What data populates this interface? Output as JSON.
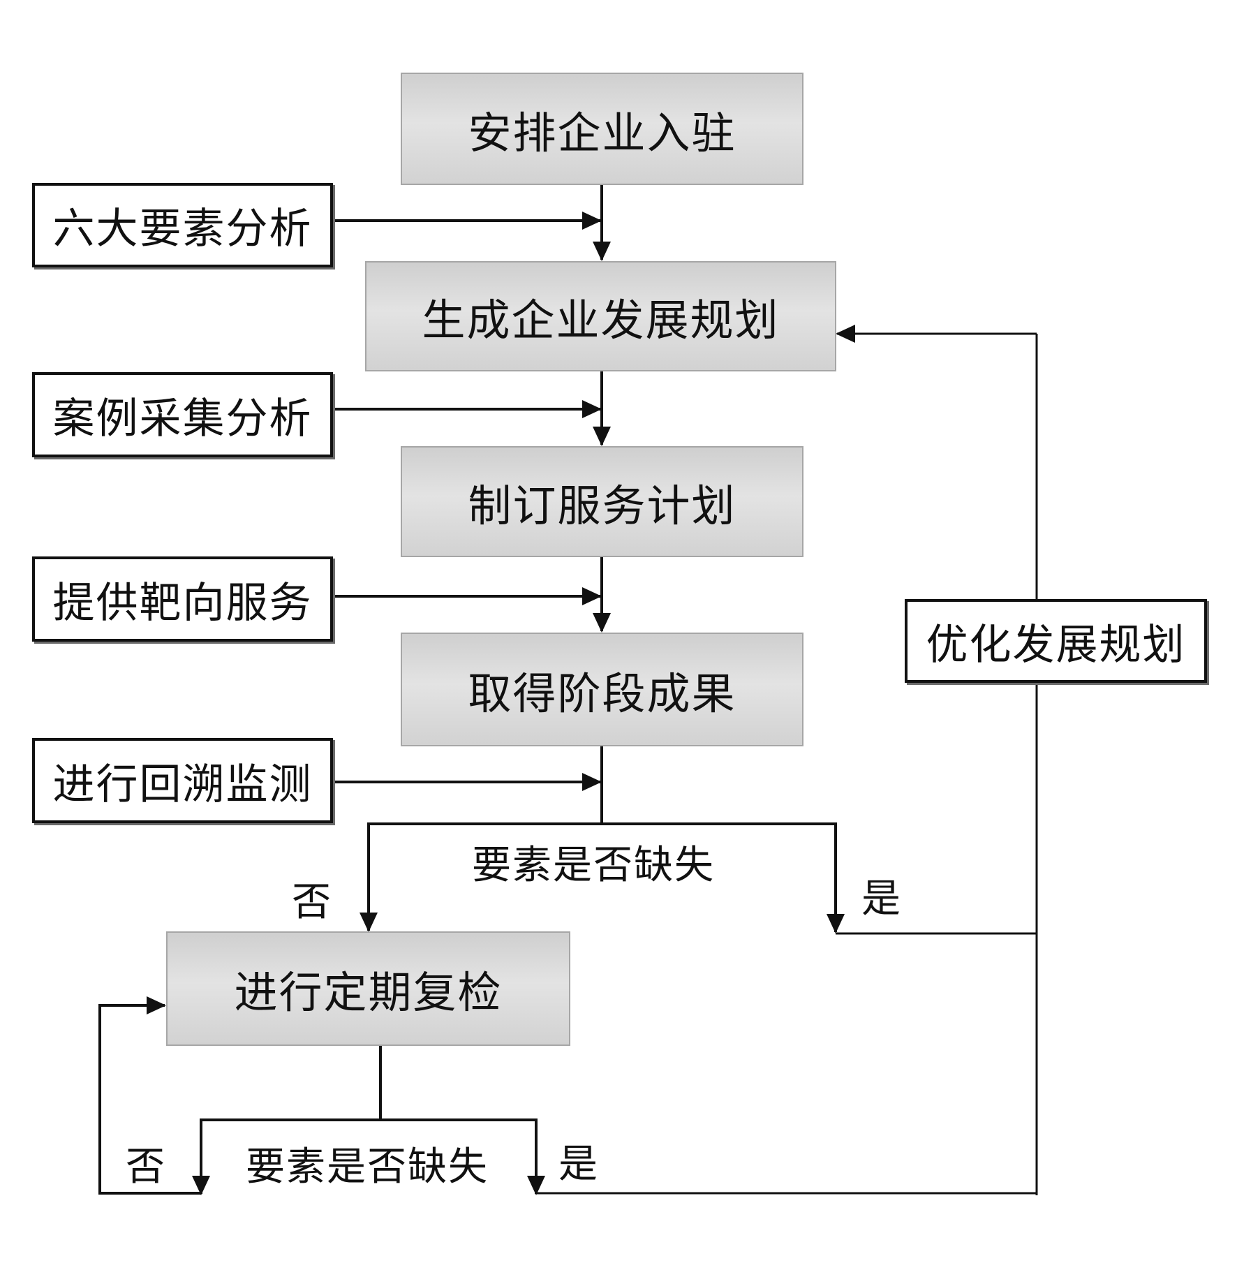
{
  "main_flow": {
    "step1": "安排企业入驻",
    "step2": "生成企业发展规划",
    "step3": "制订服务计划",
    "step4": "取得阶段成果",
    "step5": "进行定期复检"
  },
  "inputs": {
    "input1": "六大要素分析",
    "input2": "案例采集分析",
    "input3": "提供靶向服务",
    "input4": "进行回溯监测"
  },
  "feedback": {
    "optimize": "优化发展规划"
  },
  "decision1": {
    "question": "要素是否缺失",
    "no": "否",
    "yes": "是"
  },
  "decision2": {
    "question": "要素是否缺失",
    "no": "否",
    "yes": "是"
  }
}
